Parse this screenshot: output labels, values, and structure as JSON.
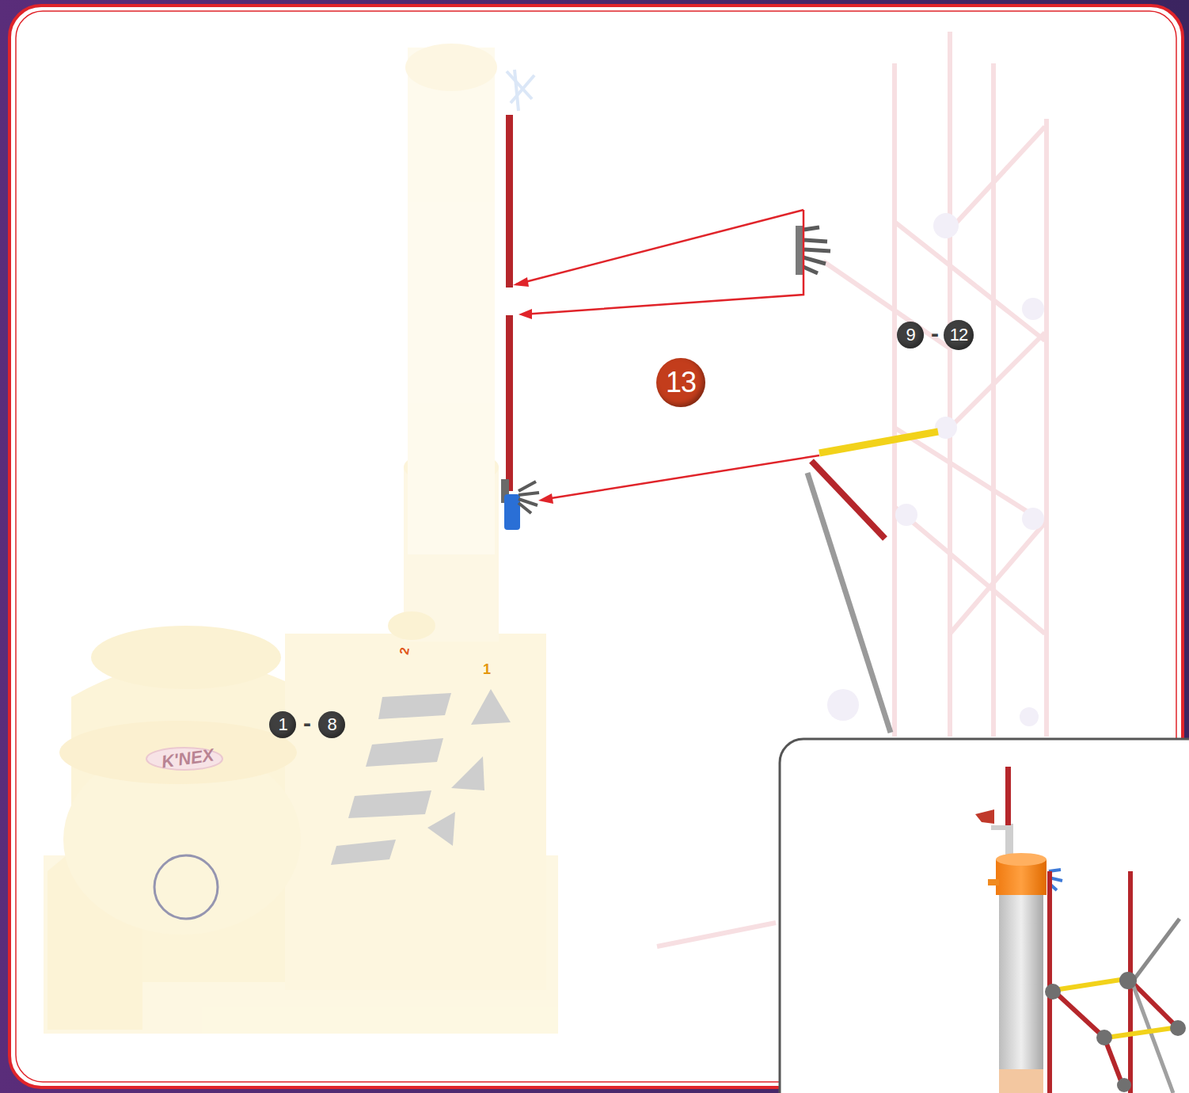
{
  "diagram": {
    "nodes": [
      {
        "text": [
          "9"
        ]
      },
      {
        "text": [
          "12"
        ]
      },
      {
        "text": [
          "13"
        ]
      },
      {
        "text": [
          "1"
        ]
      },
      {
        "text": [
          "8"
        ]
      }
    ],
    "labels": [
      "-",
      "2",
      "1",
      "-",
      "K'NEX"
    ]
  }
}
